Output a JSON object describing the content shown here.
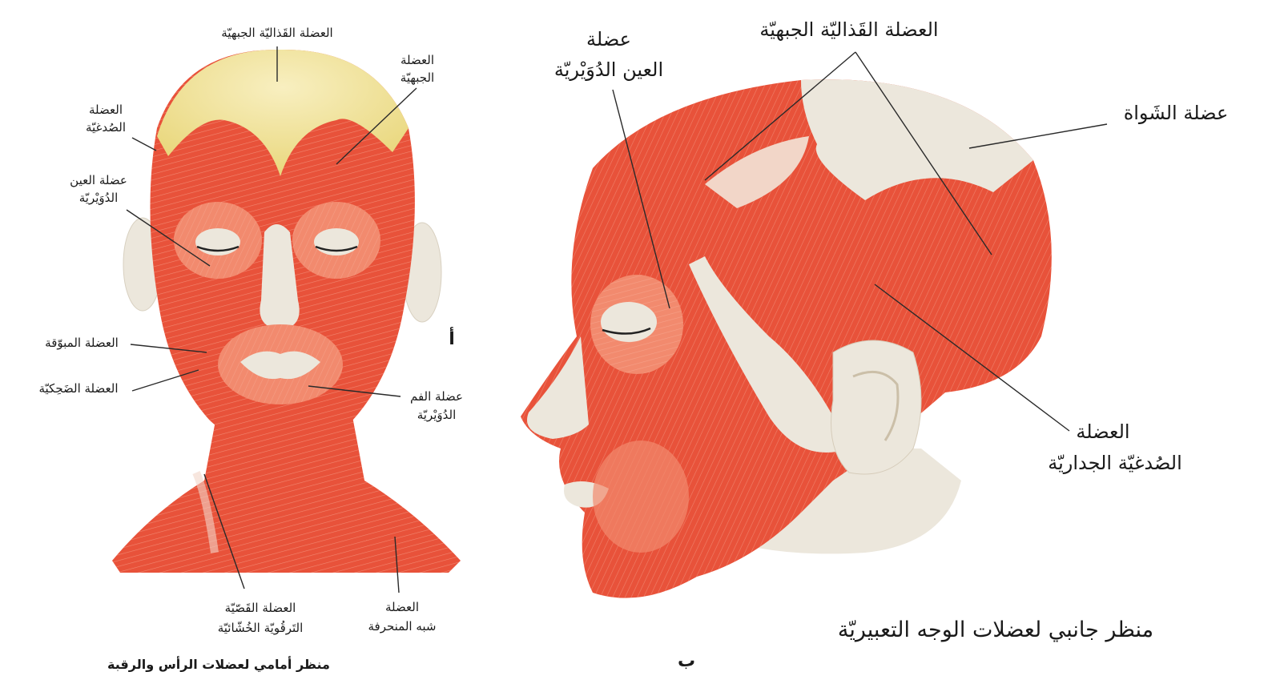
{
  "front_view": {
    "caption": "منظر أمامي لعضلات الرأس والرقبة",
    "letter": "أ",
    "labels": {
      "occipitofrontalis": "العضلة القَذاليّة الجبهيّة",
      "frontalis_l1": "العضلة",
      "frontalis_l2": "الجبهيّة",
      "temporalis_l1": "العضلة",
      "temporalis_l2": "الصُدغيّة",
      "orbicularis_oculi_l1": "عضلة العين",
      "orbicularis_oculi_l2": "الدُوَيْريّة",
      "levator": "العضلة المبوّقة",
      "risorius": "العضلة الضَحِكيّة",
      "orbicularis_oris_l1": "عضلة الفم",
      "orbicularis_oris_l2": "الدُوَيْريّة",
      "sternocleidomastoid_l1": "العضلة القَصّيّة",
      "sternocleidomastoid_l2": "التَرقُويّة الخُشّائيّة",
      "trapezius_l1": "العضلة",
      "trapezius_l2": "شبه المنحرفة"
    }
  },
  "side_view": {
    "caption": "منظر جانبي لعضلات الوجه التعبيريّة",
    "letter": "ب",
    "labels": {
      "orbicularis_oculi_l1": "عضلة",
      "orbicularis_oculi_l2": "العين الدُوَيْريّة",
      "occipitofrontalis": "العضلة القَذاليّة الجبهيّة",
      "galea": "عضلة الشَواة",
      "temporoparietalis_l1": "العضلة",
      "temporoparietalis_l2": "الصُدغيّة الجداريّة"
    }
  },
  "colors": {
    "muscle": "#e8523a",
    "muscle_light": "#f28a6e",
    "muscle_fiber": "#f7b29c",
    "aponeurosis": "#f2e39a",
    "skin": "#ece7dc",
    "leader_line": "#2a2a2a"
  }
}
